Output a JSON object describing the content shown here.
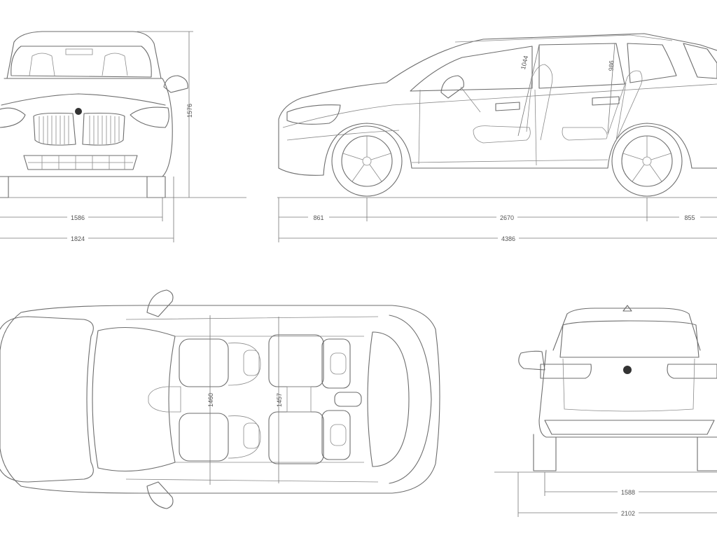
{
  "dimensions": {
    "front_track": "1586",
    "vehicle_width": "1824",
    "vehicle_height": "1576",
    "front_overhang": "861",
    "wheelbase": "2670",
    "rear_overhang": "855",
    "vehicle_length": "4386",
    "front_headroom": "1044",
    "rear_headroom": "986",
    "front_interior_width": "1460",
    "rear_interior_width": "1457",
    "rear_track": "1588",
    "width_with_mirrors": "2102"
  },
  "colors": {
    "line": "#6d6d6d",
    "dimension": "#777777",
    "text": "#555555",
    "background": "#ffffff"
  }
}
